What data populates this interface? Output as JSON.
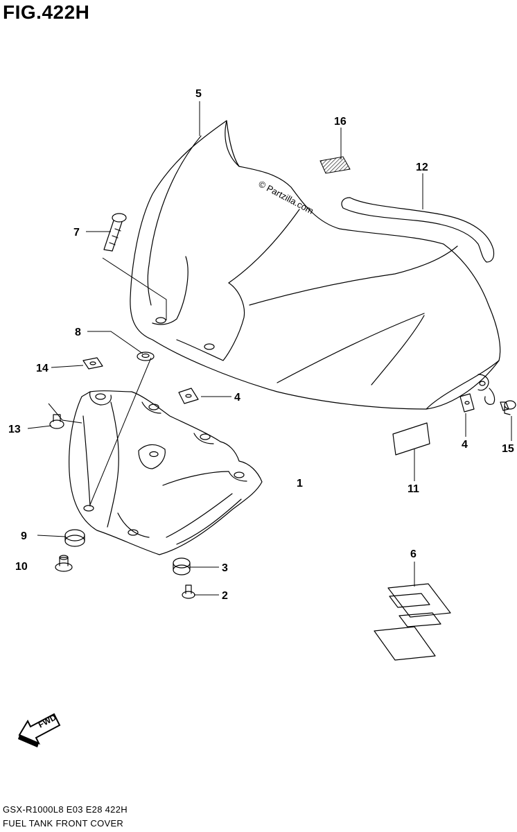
{
  "figure": {
    "title": "FIG.422H",
    "model_code": "GSX-R1000L8 E03 E28 422H",
    "caption": "FUEL TANK FRONT COVER",
    "watermark": "© Partzilla.com",
    "fwd_label": "FWD"
  },
  "callouts": [
    {
      "id": "c1",
      "label": "1"
    },
    {
      "id": "c2",
      "label": "2"
    },
    {
      "id": "c3",
      "label": "3"
    },
    {
      "id": "c4a",
      "label": "4"
    },
    {
      "id": "c4b",
      "label": "4"
    },
    {
      "id": "c5",
      "label": "5"
    },
    {
      "id": "c6",
      "label": "6"
    },
    {
      "id": "c7",
      "label": "7"
    },
    {
      "id": "c8",
      "label": "8"
    },
    {
      "id": "c9",
      "label": "9"
    },
    {
      "id": "c10",
      "label": "10"
    },
    {
      "id": "c11",
      "label": "11"
    },
    {
      "id": "c12",
      "label": "12"
    },
    {
      "id": "c13",
      "label": "13"
    },
    {
      "id": "c14",
      "label": "14"
    },
    {
      "id": "c15",
      "label": "15"
    },
    {
      "id": "c16",
      "label": "16"
    }
  ]
}
